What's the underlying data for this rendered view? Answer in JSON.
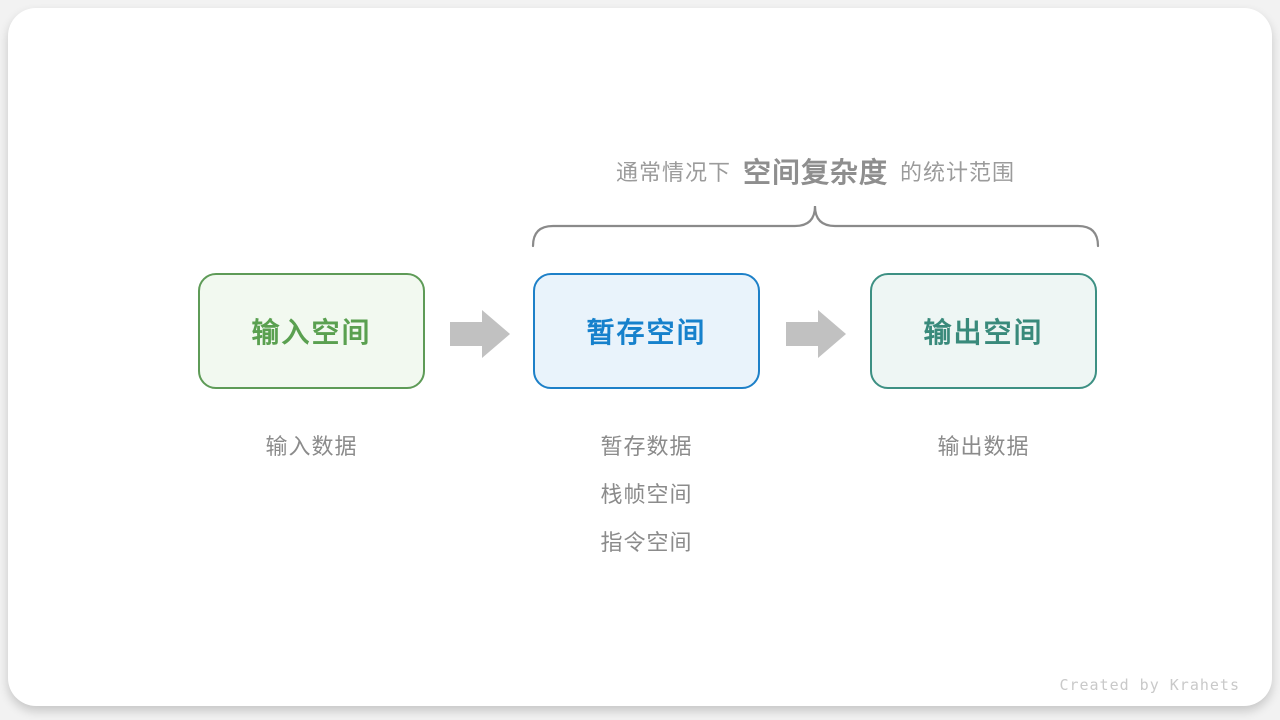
{
  "header": {
    "title_prefix": "通常情况下",
    "title_emphasis": "空间复杂度",
    "title_suffix": "的统计范围",
    "prefix_color": "#9b9b9b",
    "emphasis_color": "#8e8e8e"
  },
  "brace": {
    "color": "#8a8a8a"
  },
  "boxes": [
    {
      "id": "input-space",
      "label": "输入空间",
      "border_color": "#5e9b57",
      "bg_color": "#f2f9f0",
      "text_color": "#5aa050"
    },
    {
      "id": "temp-space",
      "label": "暂存空间",
      "border_color": "#1d80c8",
      "bg_color": "#e9f3fb",
      "text_color": "#1681cc"
    },
    {
      "id": "output-space",
      "label": "输出空间",
      "border_color": "#3d9083",
      "bg_color": "#eef6f4",
      "text_color": "#398a7b"
    }
  ],
  "arrows": {
    "color": "#c1c1c1"
  },
  "annotations": [
    {
      "box": "input-space",
      "lines": [
        "输入数据"
      ]
    },
    {
      "box": "temp-space",
      "lines": [
        "暂存数据",
        "栈帧空间",
        "指令空间"
      ]
    },
    {
      "box": "output-space",
      "lines": [
        "输出数据"
      ]
    }
  ],
  "footer": {
    "credit": "Created by Krahets",
    "color": "#c9c9c9"
  }
}
